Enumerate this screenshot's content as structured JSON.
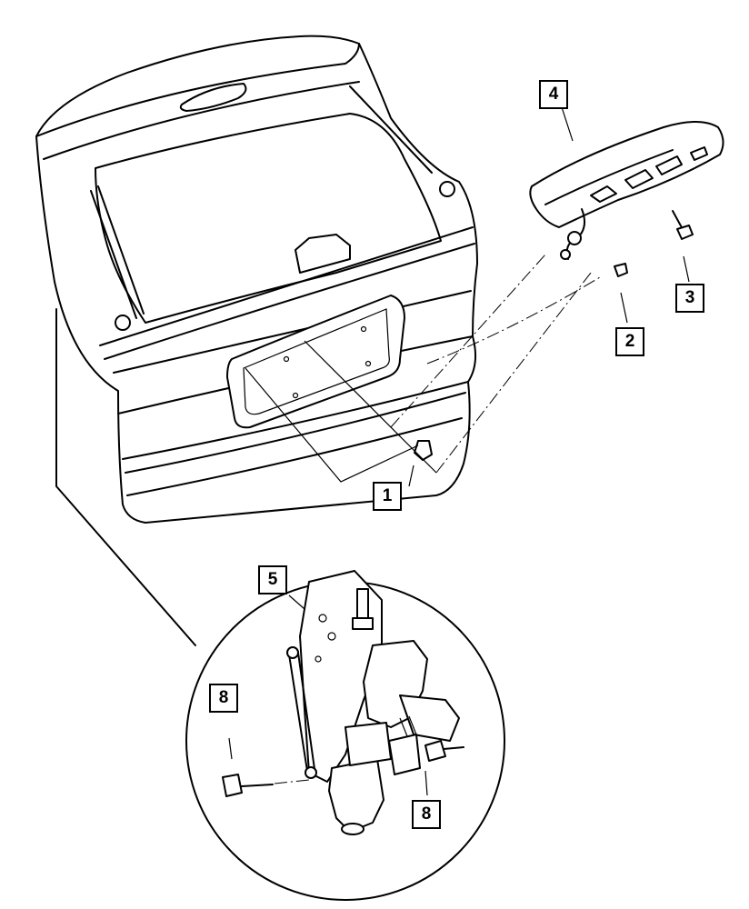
{
  "callouts": [
    {
      "id": "c1",
      "label": "1"
    },
    {
      "id": "c2",
      "label": "2"
    },
    {
      "id": "c3",
      "label": "3"
    },
    {
      "id": "c4",
      "label": "4"
    },
    {
      "id": "c5",
      "label": "5"
    },
    {
      "id": "c8a",
      "label": "8"
    },
    {
      "id": "c8b",
      "label": "8"
    }
  ]
}
